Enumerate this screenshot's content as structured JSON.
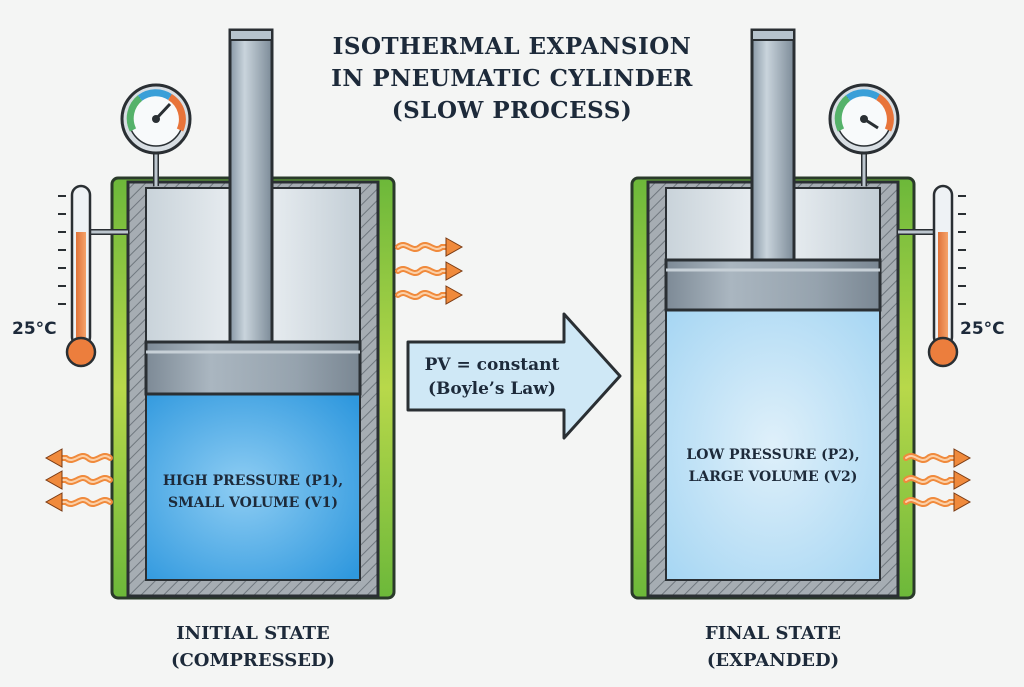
{
  "title": {
    "line1": "ISOTHERMAL EXPANSION",
    "line2": "IN PNEUMATIC CYLINDER",
    "line3": "(SLOW PROCESS)"
  },
  "left": {
    "gas_line1": "HIGH PRESSURE (P1),",
    "gas_line2": "SMALL VOLUME (V1)",
    "caption_line1": "INITIAL STATE",
    "caption_line2": "(COMPRESSED)",
    "temperature": "25°C",
    "gas_color": "#3ea6e6",
    "heat_arrow_out_color": "#f08a3c",
    "heat_arrow_in_color": "#f08a3c"
  },
  "right": {
    "gas_line1": "LOW PRESSURE (P2),",
    "gas_line2": "LARGE VOLUME (V2)",
    "caption_line1": "FINAL STATE",
    "caption_line2": "(EXPANDED)",
    "temperature": "25°C",
    "gas_color": "#bfe3f7",
    "heat_arrow_color": "#f08a3c"
  },
  "process_arrow": {
    "line1": "PV = constant",
    "line2": "(Boyle’s Law)"
  },
  "colors": {
    "jacket": "#7cc243",
    "wall": "#9aa3aa",
    "piston": "#8d9aa6",
    "rod": "#a9b7c2",
    "arrow_fill": "#cfe8f6"
  }
}
